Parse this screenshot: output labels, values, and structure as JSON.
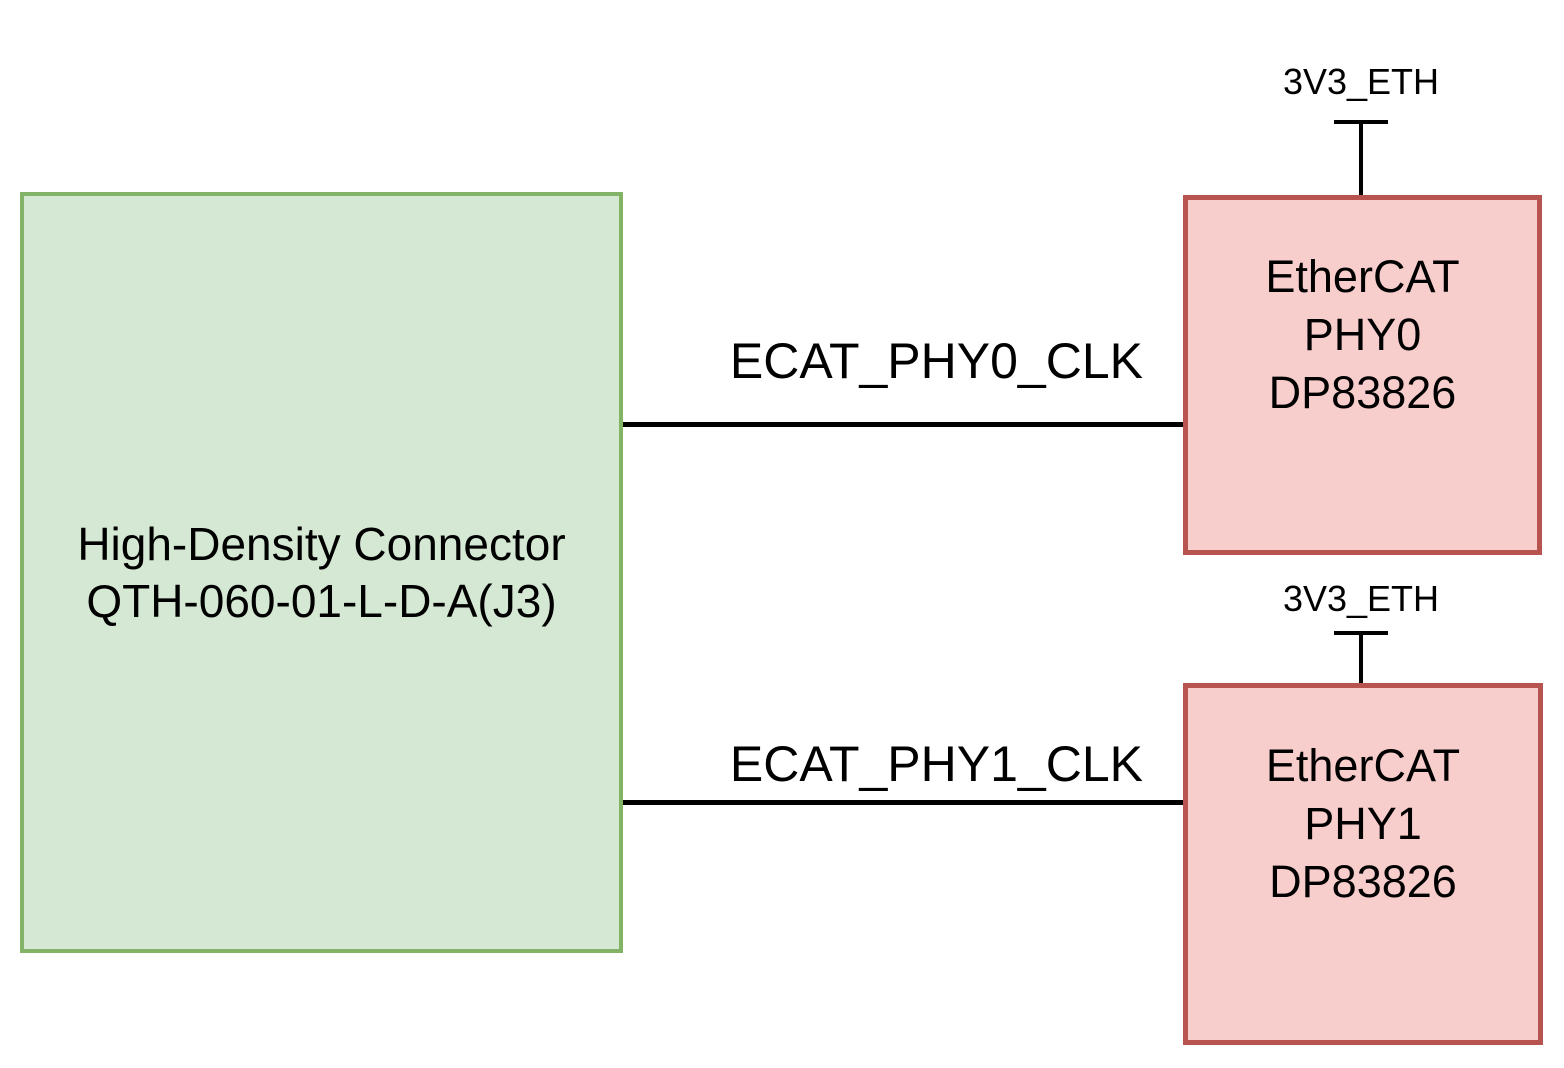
{
  "colors": {
    "background": "#ffffff",
    "green_fill": "#d5e8d4",
    "green_stroke": "#82b366",
    "red_fill": "#f8cecc",
    "red_stroke": "#b85450",
    "line_color": "#000000",
    "text_color": "#000000"
  },
  "connector_box": {
    "line1": "High-Density Connector",
    "line2": "QTH-060-01-L-D-A(J3)"
  },
  "phy0_box": {
    "line1": "EtherCAT",
    "line2": "PHY0",
    "line3": "DP83826"
  },
  "phy1_box": {
    "line1": "EtherCAT",
    "line2": "PHY1",
    "line3": "DP83826"
  },
  "nets": [
    {
      "label": "ECAT_PHY0_CLK"
    },
    {
      "label": "ECAT_PHY1_CLK"
    }
  ],
  "power_rails": [
    {
      "label": "3V3_ETH"
    },
    {
      "label": "3V3_ETH"
    }
  ]
}
